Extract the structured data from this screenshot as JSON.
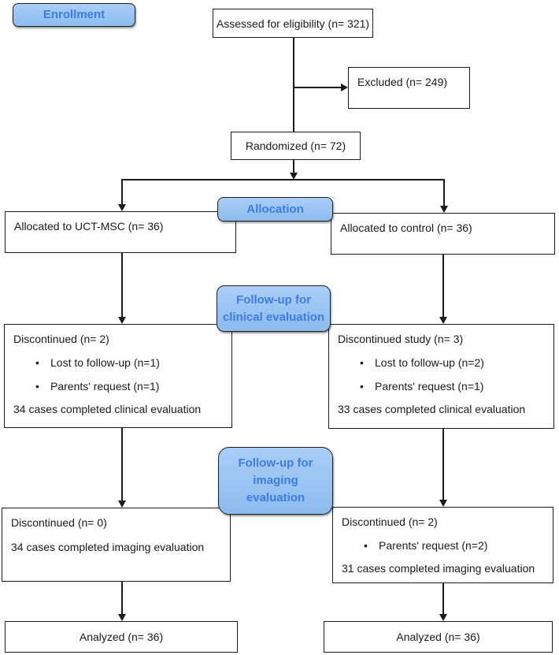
{
  "diagram": {
    "stages": {
      "enrollment": "Enrollment",
      "allocation": "Allocation",
      "followup_clinical": [
        "Follow-up for",
        "clinical evaluation"
      ],
      "followup_imaging": [
        "Follow-up for",
        "imaging",
        "evaluation"
      ]
    },
    "nodes": {
      "assessed": "Assessed for eligibility (n= 321)",
      "excluded": "Excluded (n= 249)",
      "randomized": "Randomized (n= 72)",
      "allocated_uctmsc": "Allocated to UCT-MSC (n= 36)",
      "allocated_control": "Allocated to control (n= 36)",
      "clinical_left": {
        "title": "Discontinued (n= 2)",
        "bullets": [
          "Lost to follow-up (n=1)",
          "Parents' request (n=1)"
        ],
        "footer": "34 cases completed clinical evaluation"
      },
      "clinical_right": {
        "title": "Discontinued study (n= 3)",
        "bullets": [
          "Lost to follow-up (n=2)",
          "Parents' request (n=1)"
        ],
        "footer": "33 cases completed clinical evaluation"
      },
      "imaging_left": {
        "title": "Discontinued (n= 0)",
        "footer": "34 cases completed imaging evaluation"
      },
      "imaging_right": {
        "title": "Discontinued (n= 2)",
        "bullets": [
          "Parents' request (n=2)"
        ],
        "footer": "31 cases completed imaging evaluation"
      },
      "analyzed_left": "Analyzed (n= 36)",
      "analyzed_right": "Analyzed (n= 36)"
    },
    "colors": {
      "stage_fill_top": "#aacef8",
      "stage_fill_bottom": "#8cbbee",
      "stage_text": "#3b7de0",
      "line": "#1a1a1a"
    }
  }
}
